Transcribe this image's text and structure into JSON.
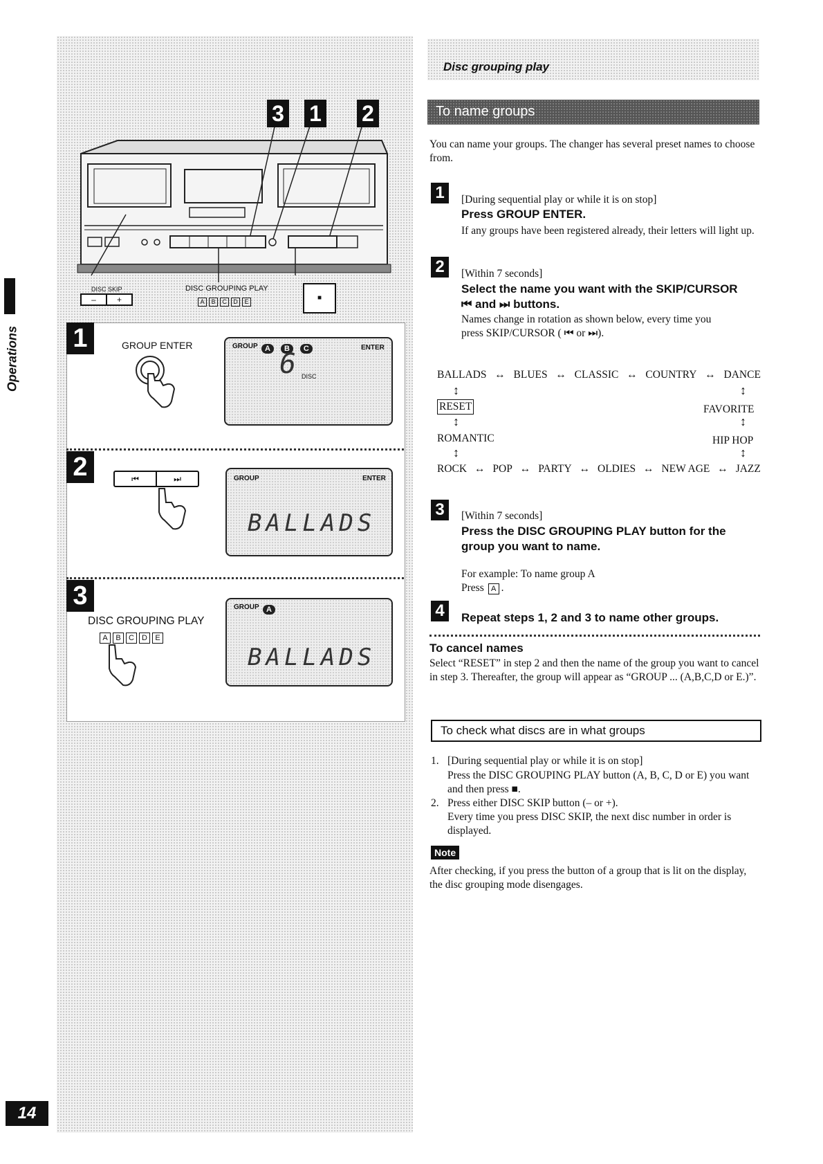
{
  "header": {
    "section_title": "Disc grouping play"
  },
  "side_tab": {
    "label": "Operations"
  },
  "page_number": "14",
  "section_banner": "To name groups",
  "intro": "You can name your groups. The changer has several preset names to choose from.",
  "steps": [
    {
      "number": "1",
      "condition": "[During sequential play or while it is on stop]",
      "instruction": "Press GROUP ENTER.",
      "detail": "If any groups have been registered already, their letters will light up."
    },
    {
      "number": "2",
      "condition": "[Within 7 seconds]",
      "instruction_a": "Select the name you want with the SKIP/CURSOR",
      "instruction_b": "and",
      "instruction_c": "buttons.",
      "detail_a": "Names change in rotation as shown below, every time you",
      "detail_b": "press SKIP/CURSOR (",
      "detail_c": "or",
      "detail_d": ")."
    },
    {
      "number": "3",
      "condition": "[Within 7 seconds]",
      "instruction": "Press the DISC GROUPING PLAY button for the group you want to name.",
      "example": "For example: To name group A",
      "example_press": "Press",
      "example_key": "A"
    },
    {
      "number": "4",
      "instruction": "Repeat steps 1, 2 and 3 to name other groups."
    }
  ],
  "name_cycle": {
    "top": [
      "BALLADS",
      "BLUES",
      "CLASSIC",
      "COUNTRY",
      "DANCE"
    ],
    "reset": "RESET",
    "favorite": "FAVORITE",
    "romantic": "ROMANTIC",
    "hiphop": "HIP HOP",
    "bottom": [
      "ROCK",
      "POP",
      "PARTY",
      "OLDIES",
      "NEW AGE",
      "JAZZ"
    ]
  },
  "cancel": {
    "title": "To cancel names",
    "text": "Select “RESET” in step 2 and then the name of the group you want to cancel in step 3. Thereafter, the group will appear as “GROUP ... (A,B,C,D or E.)”."
  },
  "check": {
    "title": "To check what discs are in what groups",
    "items": [
      {
        "num": "1.",
        "line1": "[During sequential play or while it is on stop]",
        "line2": "Press the DISC GROUPING PLAY button (A, B, C, D or E) you want and then press ■."
      },
      {
        "num": "2.",
        "line1": "Press either DISC SKIP button (– or +).",
        "line2": "Every time you press DISC SKIP, the next disc number in order is displayed."
      }
    ]
  },
  "note": {
    "label": "Note",
    "text": "After checking, if you press the button of a group that is lit on the display, the disc grouping mode disengages."
  },
  "illustration": {
    "callouts": [
      "3",
      "1",
      "2"
    ],
    "disc_skip_label": "DISC SKIP",
    "disc_skip_minus": "–",
    "disc_skip_plus": "+",
    "disc_grouping_label": "DISC GROUPING PLAY",
    "group_letters": [
      "A",
      "B",
      "C",
      "D",
      "E"
    ],
    "stop_symbol": "■",
    "panel1": {
      "badge": "1",
      "label": "GROUP ENTER",
      "lcd_group": "GROUP",
      "lcd_pills": [
        "A",
        "B",
        "C"
      ],
      "lcd_enter": "ENTER",
      "lcd_number": "6",
      "lcd_disc": "DISC"
    },
    "panel2": {
      "badge": "2",
      "btn_prev": "⏮",
      "btn_next": "⏭",
      "lcd_group": "GROUP",
      "lcd_enter": "ENTER",
      "lcd_text": "BALLADS"
    },
    "panel3": {
      "badge": "3",
      "label": "DISC GROUPING PLAY",
      "lcd_group": "GROUP",
      "lcd_pill": "A",
      "lcd_text": "BALLADS"
    }
  }
}
